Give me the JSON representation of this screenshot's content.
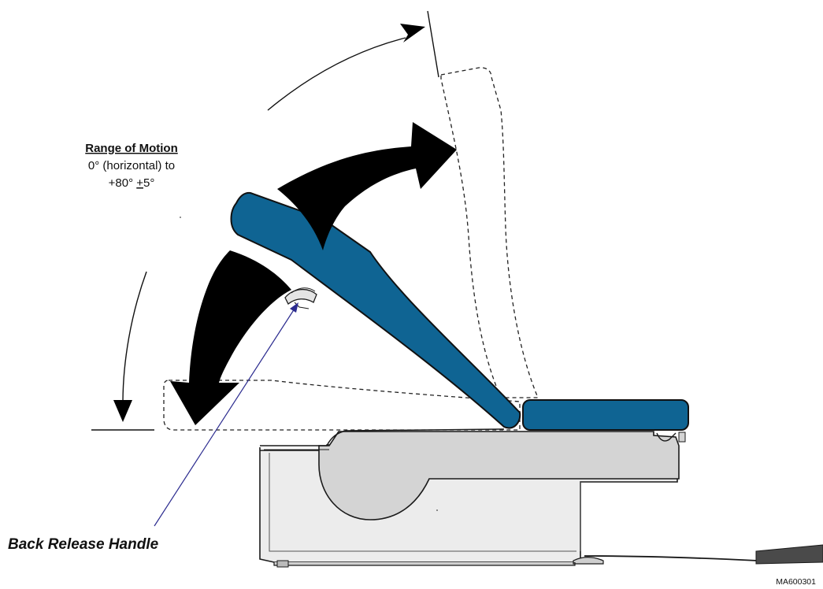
{
  "range_of_motion": {
    "title": "Range of Motion",
    "line1": "0° (horizontal) to",
    "line2_prefix": "+80° ",
    "line2_tolerance": "+",
    "line2_suffix": "5°"
  },
  "callout": {
    "label": "Back Release Handle"
  },
  "figure_id": "MA600301",
  "colors": {
    "backrest": "#0f6493",
    "seat": "#0f6493",
    "base_light": "#ececec",
    "base_panel": "#d4d4d4",
    "arrows": "#000000",
    "leader": "#2b2b8f",
    "cord_end": "#4a4a4a"
  }
}
